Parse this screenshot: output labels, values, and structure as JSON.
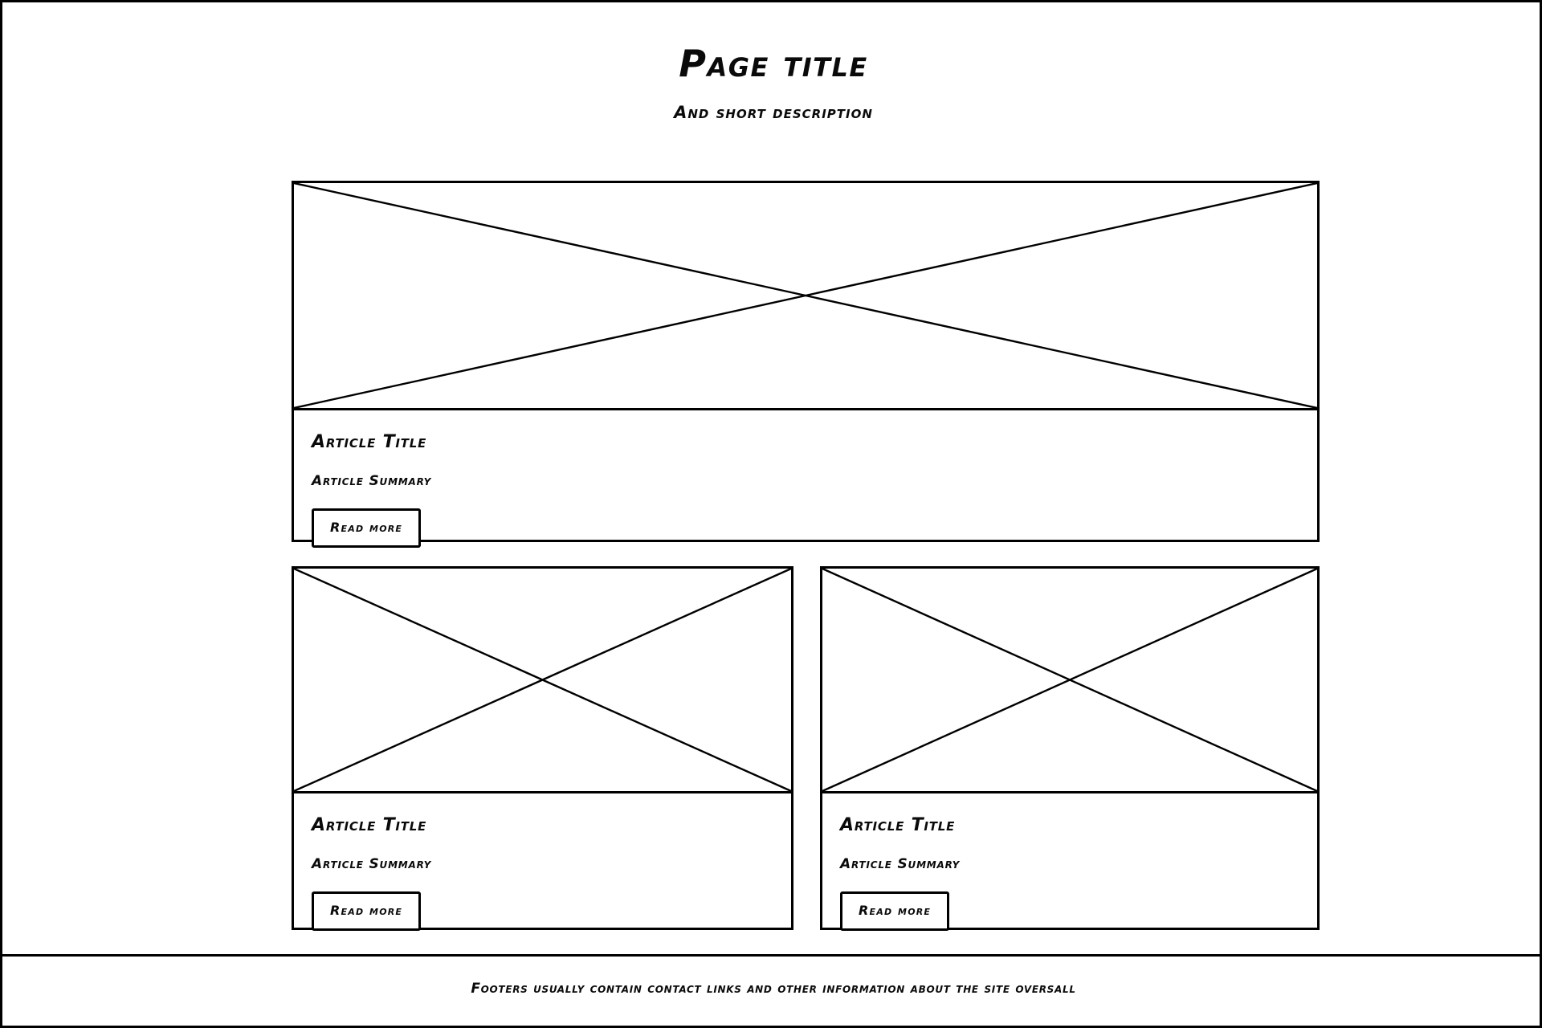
{
  "colors": {
    "ink": "#000000",
    "paper": "#ffffff"
  },
  "header": {
    "title": "Page title",
    "subtitle": "And short description"
  },
  "cards": [
    {
      "layout": "hero",
      "image_placeholder": "image-placeholder-cross",
      "title": "Article Title",
      "summary": "Article Summary",
      "button_label": "Read more"
    },
    {
      "layout": "half",
      "image_placeholder": "image-placeholder-cross",
      "title": "Article Title",
      "summary": "Article Summary",
      "button_label": "Read more"
    },
    {
      "layout": "half",
      "image_placeholder": "image-placeholder-cross",
      "title": "Article Title",
      "summary": "Article Summary",
      "button_label": "Read more"
    }
  ],
  "footer": {
    "text": "Footers usually contain contact links and other information about the site oversall"
  }
}
